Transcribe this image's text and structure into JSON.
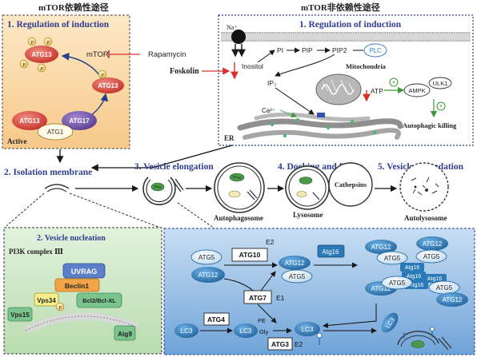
{
  "headers": {
    "mtor_dependent": "mTOR依赖性途径",
    "mtor_independent": "mTOR非依赖性途径"
  },
  "left_panel": {
    "title": "1. Regulation of induction",
    "atg13_top": "ATG13",
    "mtor": "mTOR",
    "rapamycin": "Rapamycin",
    "atg13_right": "ATG13",
    "atg13_bottom": "ATG13",
    "atg17": "ATG17",
    "atg1": "ATG1",
    "p": "P",
    "active": "Active"
  },
  "right_panel": {
    "title": "1. Regulation of induction",
    "na": "Na⁺",
    "inositol": "Inositol",
    "pi": "PI",
    "pip": "PIP",
    "pip2": "PIP2",
    "plc": "PLC",
    "mitochondria": "Mitochondria",
    "ip3": "IP₃",
    "atp": "ATP",
    "ampk": "AMPK",
    "ulk1": "ULK1",
    "plus": "+",
    "autophagic_killing": "Autophagic killing",
    "ca": "Ca²⁺",
    "er": "ER"
  },
  "foskolin": "Foskolin",
  "stages": {
    "isolation_membrane": "2. Isolation membrane",
    "vesicle_elongation": "3. Vesicle elongation",
    "docking_fusion": "4. Docking and fusion",
    "vesicle_degradation": "5. Vesicle  degradation"
  },
  "vesicles": {
    "autophagosome": "Autophagosome",
    "lysosome": "Lysosome",
    "cathepsins": "Cathepsins",
    "autolysosome": "Autolysosome"
  },
  "nucleation_panel": {
    "title": "2. Vesicle nucleation",
    "pi3k": "PI3K complex Ⅲ",
    "uvrag": "UVRAG",
    "beclin1": "Beclin1",
    "vps34": "Vps34",
    "bcl2": "Bcl2/Bcl-XL",
    "vps15": "Vps15",
    "p": "P",
    "atg9": "Atg9"
  },
  "conjugation_panel": {
    "atg5_a": "ATG5",
    "atg12_a": "ATG12",
    "e2_top": "E2",
    "atg10": "ATG10",
    "atg12_b": "ATG12",
    "atg5_b": "ATG5",
    "atg16": "Atg16",
    "atg7": "ATG7",
    "e1": "E1",
    "lc3_a": "LC3",
    "atg4": "ATG4",
    "lc3_b": "LC3",
    "pe": "PE",
    "gly": "Gly",
    "lc3_c": "LC3",
    "atg3": "ATG3",
    "e2_bottom": "E2",
    "lc3_d": "LC3",
    "complex": {
      "atg12_1": "ATG12",
      "atg12_2": "ATG12",
      "atg5_1": "ATG5",
      "atg5_2": "ATG5",
      "atg16_1": "Atg16",
      "atg16_2": "Atg16",
      "atg16_3": "Atg16",
      "atg16_4": "Atg16",
      "atg12_3": "ATG12",
      "atg5_3": "ATG5",
      "atg5_4": "ATG5",
      "atg12_4": "ATG12"
    }
  },
  "colors": {
    "title_blue": "#2e3d8f",
    "atg13_red": "#d9453a",
    "atg17_purple": "#6b4fa3",
    "inhibit_red": "#d8302a",
    "protein_blue": "#2a7ab8",
    "left_panel_bg": "#fbd9a6",
    "nucleation_bg": "#cfe7c8",
    "conjugation_bg": "#8fb9e3"
  }
}
